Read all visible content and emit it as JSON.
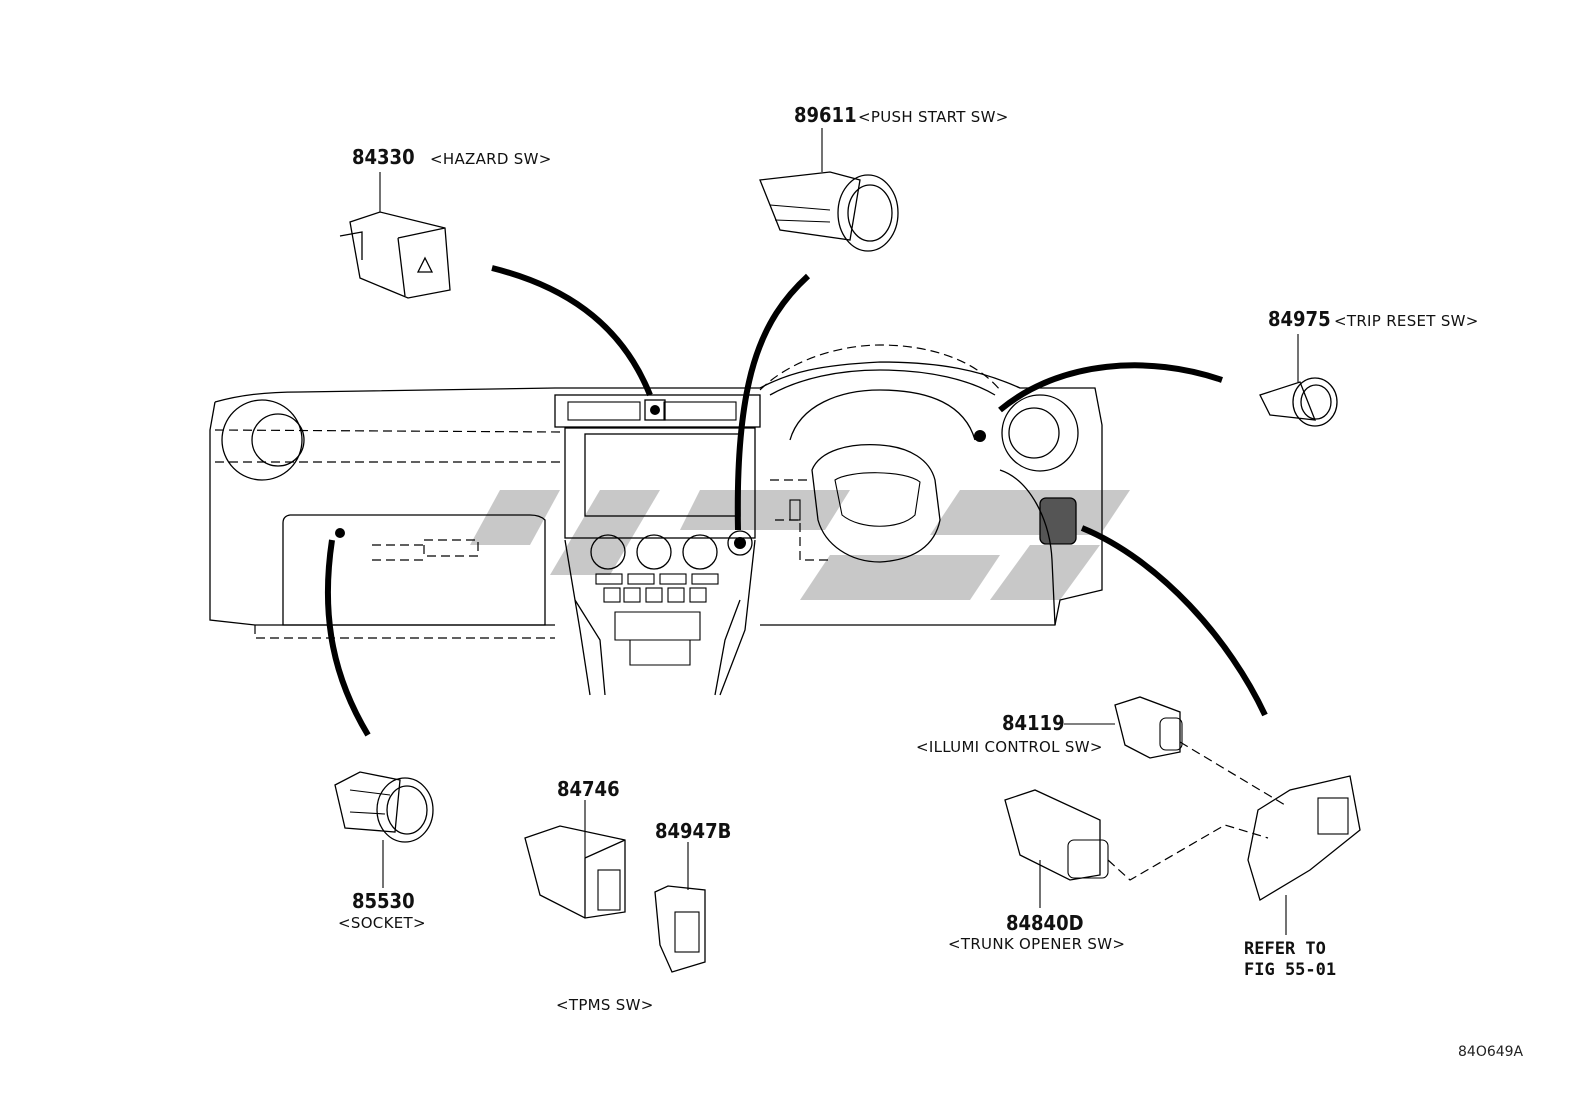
{
  "parts": [
    {
      "number": "84330",
      "description": "<HAZARD SW>"
    },
    {
      "number": "89611",
      "description": "<PUSH START SW>"
    },
    {
      "number": "84975",
      "description": "<TRIP RESET SW>"
    },
    {
      "number": "84119",
      "description": "<ILLUMI CONTROL SW>"
    },
    {
      "number": "84840D",
      "description": "<TRUNK OPENER SW>"
    },
    {
      "number": "85530",
      "description": "<SOCKET>"
    },
    {
      "number": "84746",
      "description": ""
    },
    {
      "number": "84947B",
      "description": ""
    }
  ],
  "tpms_label": "<TPMS SW>",
  "refer": {
    "line1": "REFER TO",
    "line2": "FIG 55-01"
  },
  "figure_code": "84O649A"
}
